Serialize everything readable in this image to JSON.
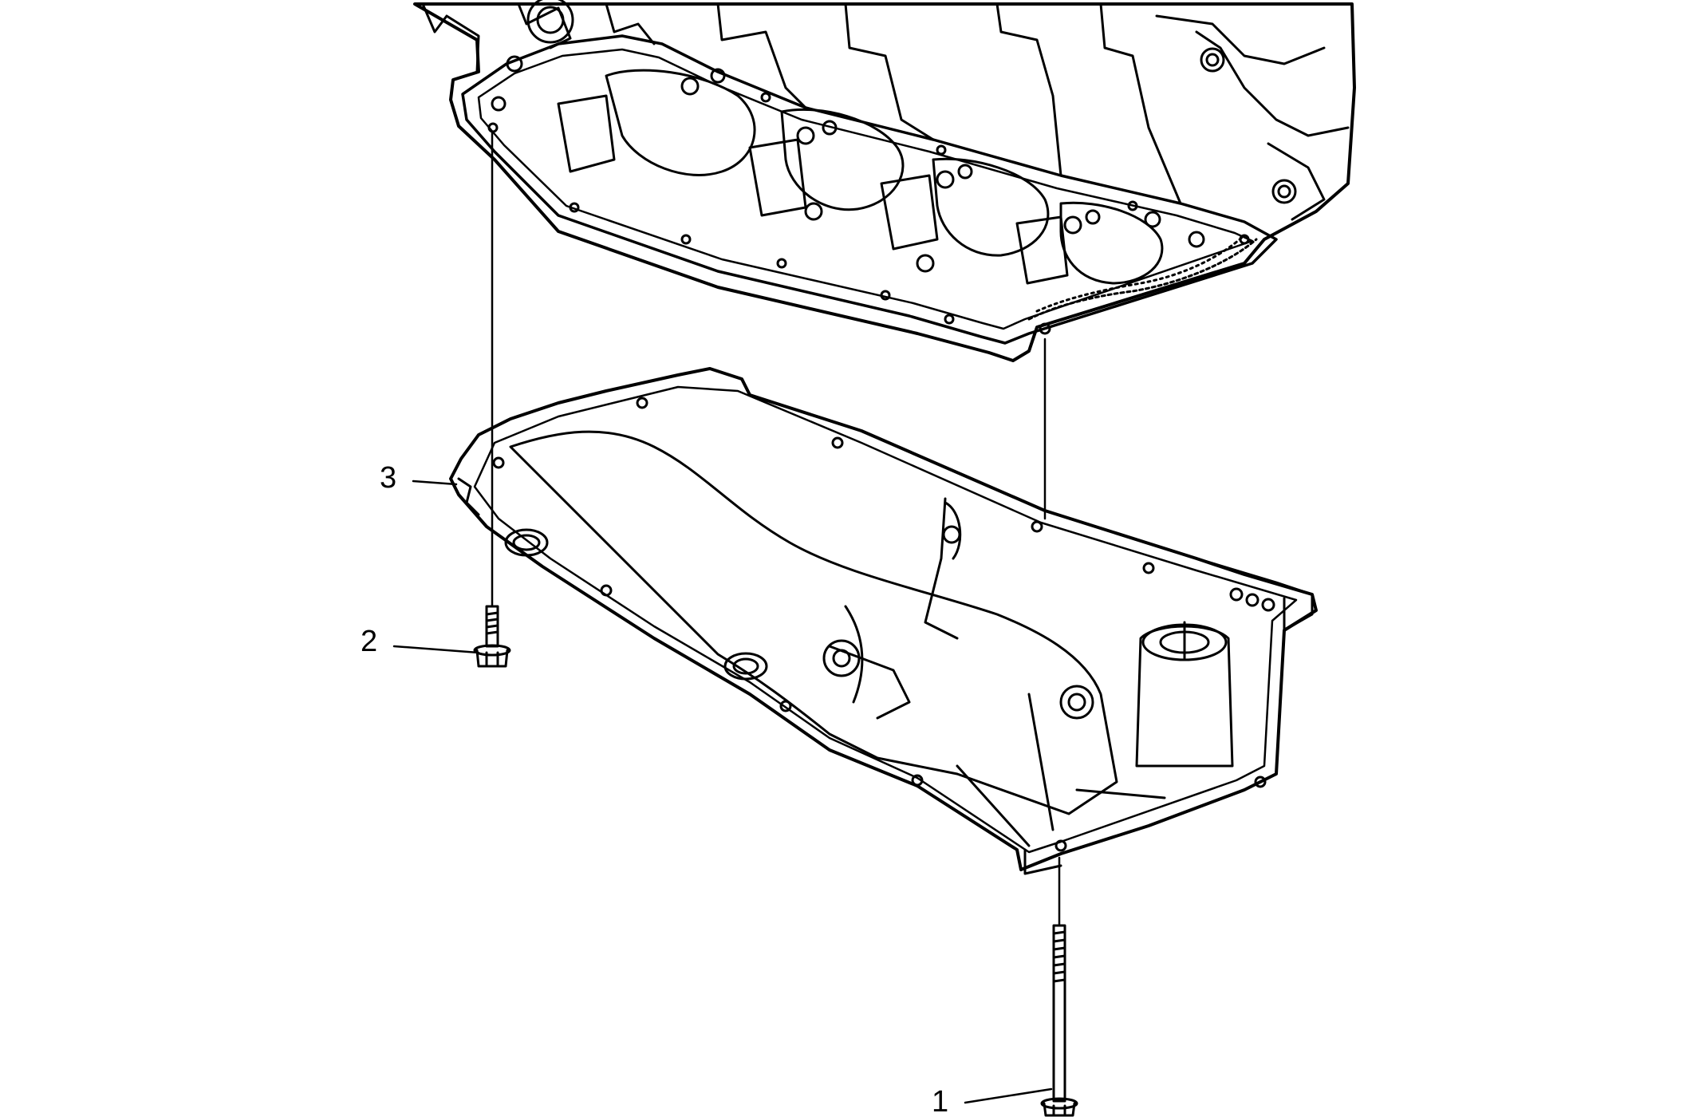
{
  "diagram": {
    "callouts": [
      {
        "id": "callout-3",
        "label": "3"
      },
      {
        "id": "callout-2",
        "label": "2"
      },
      {
        "id": "callout-1",
        "label": "1"
      }
    ],
    "line_color": "#000000",
    "background": "#ffffff"
  }
}
